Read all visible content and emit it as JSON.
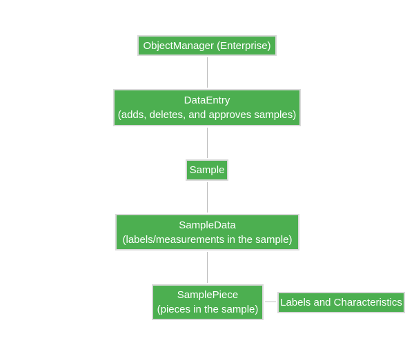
{
  "diagram": {
    "colors": {
      "background": "#ffffff",
      "node_fill": "#4caf50",
      "node_border": "#d9d9d9",
      "connector": "#bdbdbd",
      "text": "#ffffff"
    },
    "nodes": {
      "object_manager": {
        "title": "ObjectManager (Enterprise)"
      },
      "data_entry": {
        "title": "DataEntry",
        "subtitle": "(adds, deletes, and approves samples)"
      },
      "sample": {
        "title": "Sample"
      },
      "sample_data": {
        "title": "SampleData",
        "subtitle": "(labels/measurements in the sample)"
      },
      "sample_piece": {
        "title": "SamplePiece",
        "subtitle": "(pieces in the sample)"
      },
      "labels_and_characteristics": {
        "title": "Labels and Characteristics"
      }
    },
    "edges": [
      {
        "from": "object_manager",
        "to": "data_entry",
        "direction": "vertical"
      },
      {
        "from": "data_entry",
        "to": "sample",
        "direction": "vertical"
      },
      {
        "from": "sample",
        "to": "sample_data",
        "direction": "vertical"
      },
      {
        "from": "sample_data",
        "to": "sample_piece",
        "direction": "vertical"
      },
      {
        "from": "sample_piece",
        "to": "labels_and_characteristics",
        "direction": "horizontal"
      }
    ]
  }
}
